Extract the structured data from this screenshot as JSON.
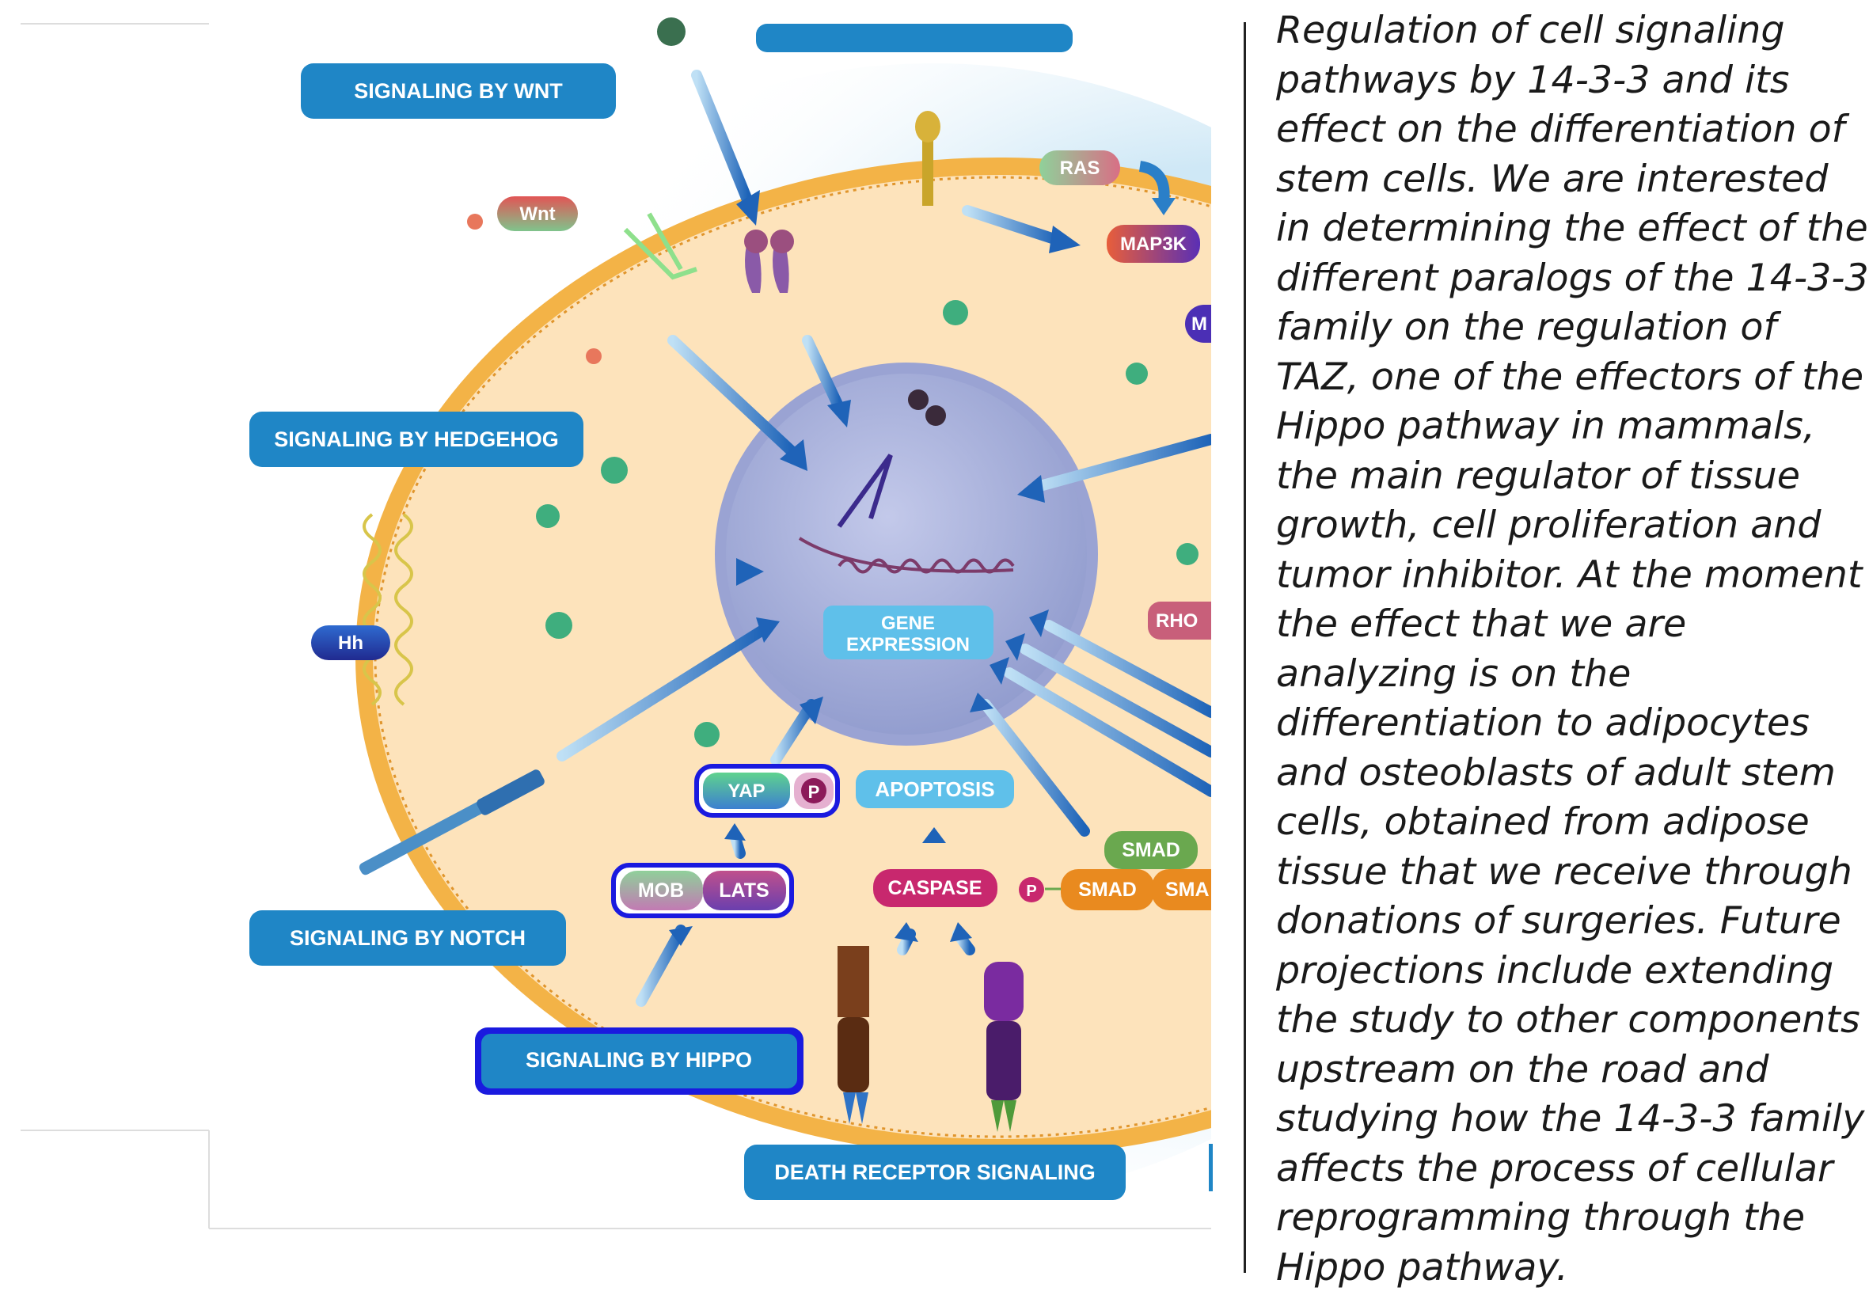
{
  "diagram": {
    "pathway_labels": {
      "wnt": "SIGNALING BY WNT",
      "hedgehog": "SIGNALING BY HEDGEHOG",
      "notch": "SIGNALING BY NOTCH",
      "hippo": "SIGNALING BY HIPPO",
      "death_receptor": "DEATH RECEPTOR SIGNALING"
    },
    "nodes": {
      "wnt": "Wnt",
      "hh": "Hh",
      "ras": "RAS",
      "map3k": "MAP3K",
      "m_partial": "M",
      "rho": "RHO",
      "gene_expression_line1": "GENE",
      "gene_expression_line2": "EXPRESSION",
      "yap": "YAP",
      "p_yap": "P",
      "apoptosis": "APOPTOSIS",
      "mob": "MOB",
      "lats": "LATS",
      "caspase": "CASPASE",
      "smad_top": "SMAD",
      "p_smad": "P",
      "smad_left": "SMAD",
      "smad_right_partial": "SMA"
    },
    "colors": {
      "label_blue": "#1f86c6",
      "hippo_border": "#1a1adf",
      "cytoplasm": "#fde2b8",
      "membrane": "#f5b64a",
      "nucleus": "#a7b0da",
      "green_dot": "#3fae7e",
      "smad_orange": "#e98a1f",
      "caspase_magenta": "#c8286e"
    }
  },
  "caption": {
    "lines": [
      "Regulation of cell signaling",
      "pathways by 14-3-3 and its",
      "effect on the differentiation of",
      "stem cells. We are interested",
      "in determining the effect of the",
      "different paralogs of the 14-3-3",
      "family on the regulation of",
      "TAZ, one of the effectors of the",
      "Hippo pathway in mammals,",
      "the main regulator of tissue",
      "growth, cell proliferation and",
      "tumor inhibitor. At the moment",
      "the effect that we are",
      "analyzing is on the",
      "differentiation to adipocytes",
      "and osteoblasts of adult stem",
      "cells, obtained from adipose",
      "tissue that we receive through",
      "donations of surgeries. Future",
      "projections include extending",
      "the study to other components",
      "upstream on the road and",
      "studying how the 14-3-3 family",
      "affects the process of cellular",
      "reprogramming through the",
      "Hippo pathway."
    ]
  }
}
